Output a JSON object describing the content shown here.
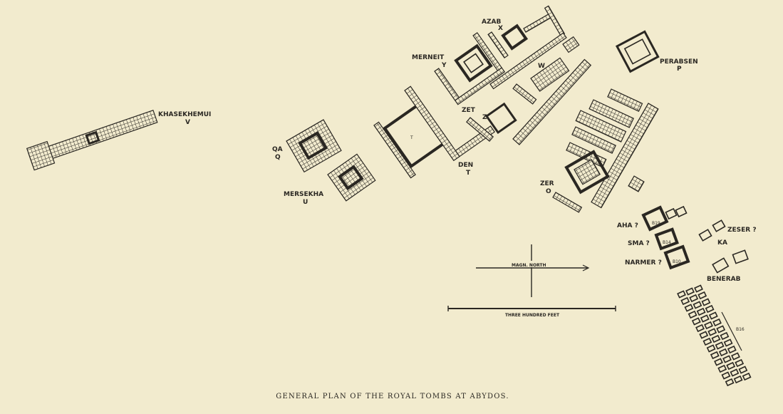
{
  "caption": "GENERAL PLAN OF THE ROYAL TOMBS AT ABYDOS.",
  "tombs": {
    "khasekhemui": {
      "name": "KHASEKHEMUI",
      "letter": "V"
    },
    "qa": {
      "name": "QA",
      "letter": "Q"
    },
    "mersekha": {
      "name": "MERSEKHA",
      "letter": "U"
    },
    "den": {
      "name": "DEN",
      "letter": "T"
    },
    "zet": {
      "name": "ZET",
      "letter": "Z"
    },
    "merneit": {
      "name": "MERNEIT",
      "letter": "Y"
    },
    "azab": {
      "name": "AZAB",
      "letter": "X"
    },
    "w": {
      "letter": "W"
    },
    "perabsen": {
      "name": "PERABSEN",
      "letter": "P"
    },
    "zer": {
      "name": "ZER",
      "letter": "O"
    },
    "aha": {
      "name": "AHA ?",
      "code": "B19"
    },
    "sma": {
      "name": "SMA ?",
      "code": "B14"
    },
    "narmer": {
      "name": "NARMER ?",
      "code": "B10"
    },
    "zeser": {
      "name": "ZESER ?"
    },
    "ka": {
      "name": "KA"
    },
    "benerab": {
      "name": "BENERAB"
    },
    "b16": {
      "code": "B16"
    }
  },
  "compass": {
    "label": "MAGN. NORTH"
  },
  "scale": {
    "label": "THREE HUNDRED FEET"
  }
}
